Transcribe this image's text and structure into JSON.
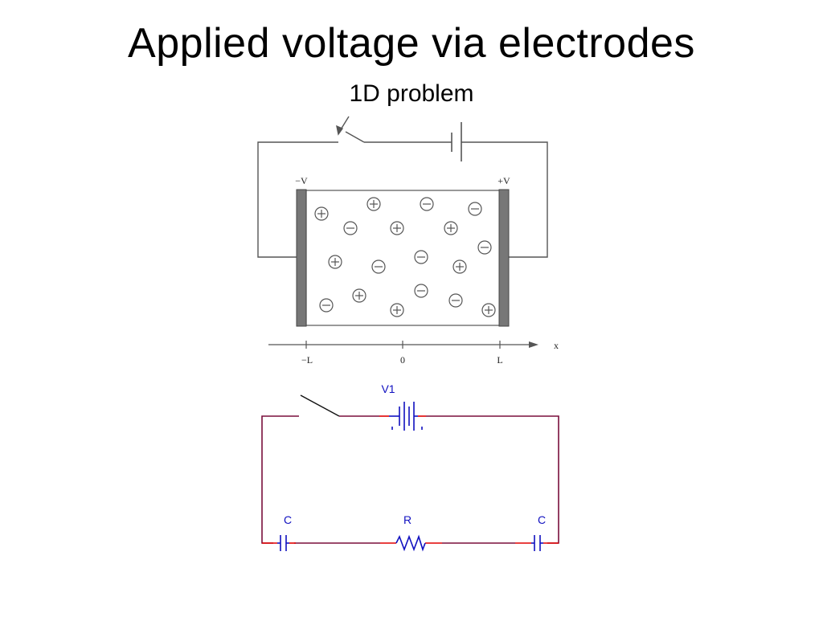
{
  "slide": {
    "title": "Applied voltage via electrodes",
    "subtitle": "1D problem"
  },
  "physical_diagram": {
    "left_electrode_label": "−V",
    "right_electrode_label": "+V",
    "axis_label": "x",
    "ticks": [
      "−L",
      "0",
      "L"
    ],
    "charges": {
      "plus_symbol": "+",
      "minus_symbol": "−",
      "sequence": [
        "+",
        "+",
        "−",
        "−",
        "−",
        "+",
        "+",
        "−",
        "+",
        "−",
        "−",
        "+",
        "−",
        "+",
        "+",
        "−",
        "−",
        "+"
      ]
    },
    "colors": {
      "line": "#555555",
      "electrode": "#777777"
    }
  },
  "schematic": {
    "source_label": "V1",
    "left_cap_label": "C",
    "resistor_label": "R",
    "right_cap_label": "C",
    "colors": {
      "wire": "#7a0f3c",
      "component": "#1010c0",
      "terminal": "#e00000"
    }
  }
}
